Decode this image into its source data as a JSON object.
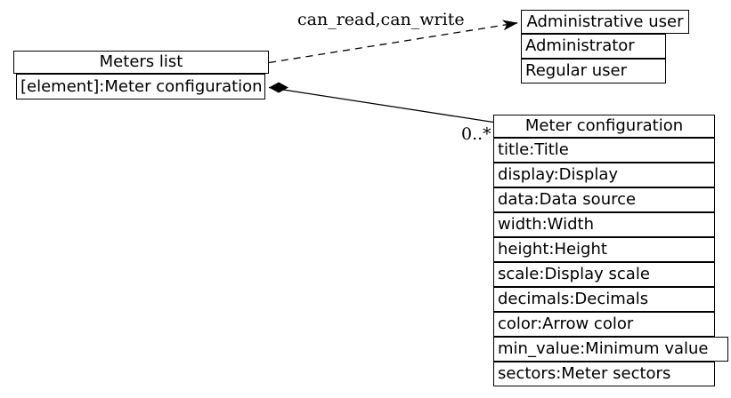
{
  "diagram": {
    "background": "#ffffff",
    "line_color": "#000000",
    "text_color": "#000000",
    "nodes": {
      "meters_list": {
        "title": "Meters list",
        "attributes": [
          "[element]:Meter configuration"
        ]
      },
      "administrative_user": {
        "title": "Administrative user",
        "attributes": [
          "Administrator",
          "Regular user"
        ]
      },
      "meter_configuration": {
        "title": "Meter configuration",
        "attributes": [
          "title:Title",
          "display:Display",
          "data:Data source",
          "width:Width",
          "height:Height",
          "scale:Display scale",
          "decimals:Decimals",
          "color:Arrow color",
          "min_value:Minimum value",
          "sectors:Meter sectors"
        ]
      }
    },
    "edges": {
      "access_edge": {
        "label": "can_read,can_write",
        "style": "dashed",
        "arrowhead": "stealth-arrow",
        "source": "meters_list",
        "target": "administrative_user"
      },
      "composition_edge": {
        "label": "0..*",
        "style": "solid",
        "source_decoration": "filled-diamond",
        "source": "meters_list",
        "target": "meter_configuration"
      }
    }
  }
}
